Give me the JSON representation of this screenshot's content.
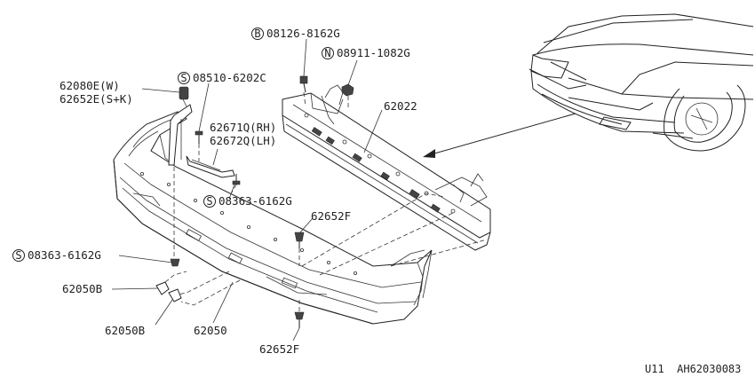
{
  "labels": {
    "bolt_b_prefix": "B",
    "bolt_b": "08126-8162G",
    "nut_n_prefix": "N",
    "nut_n": "08911-1082G",
    "screw_s1_prefix": "S",
    "screw_s1": "08510-6202C",
    "bracket_w": "62080E(W)",
    "bracket_sk": "62652E(S+K)",
    "reinforcement": "62022",
    "stay_rh": "62671Q(RH)",
    "stay_lh": "62672Q(LH)",
    "screw_s2_prefix": "S",
    "screw_s2": "08363-6162G",
    "clip_upper": "62652F",
    "screw_s3_prefix": "S",
    "screw_s3": "08363-6162G",
    "bumper_b_upper": "62050B",
    "bumper_b_lower": "62050B",
    "bumper_fascia": "62050",
    "clip_lower": "62652F"
  },
  "footer": {
    "code": "U11  AH62030083"
  }
}
